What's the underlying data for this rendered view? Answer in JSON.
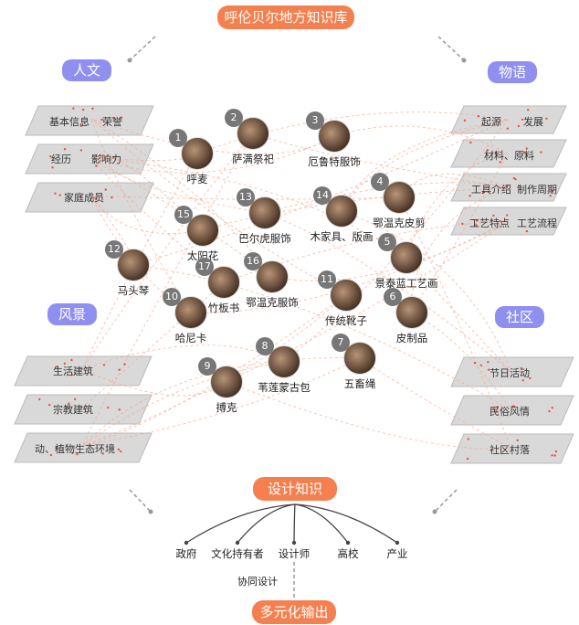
{
  "title": "呼伦贝尔地方知识库",
  "categories": {
    "renwen": "人文",
    "wuyu": "物语",
    "fengjing": "风景",
    "shequ": "社区"
  },
  "left_top_panels": [
    {
      "a": "基本信息",
      "b": "荣誉"
    },
    {
      "a": "经历",
      "b": "影响力"
    },
    {
      "a": "家庭成员",
      "b": ""
    }
  ],
  "left_bottom_panels": [
    {
      "a": "生活建筑"
    },
    {
      "a": "宗教建筑"
    },
    {
      "a": "动、植物生态环境"
    }
  ],
  "right_top_panels": [
    {
      "a": "起源",
      "b": "发展"
    },
    {
      "a": "材料、原料",
      "b": ""
    },
    {
      "a": "工具介绍",
      "b": "制作周期"
    },
    {
      "a": "工艺特点",
      "b": "工艺流程"
    }
  ],
  "right_bottom_panels": [
    {
      "a": "节日活动"
    },
    {
      "a": "民俗风情"
    },
    {
      "a": "社区村落"
    }
  ],
  "items": [
    {
      "num": "1",
      "label": "呼麦"
    },
    {
      "num": "2",
      "label": "萨满祭祀"
    },
    {
      "num": "3",
      "label": "厄鲁特服饰"
    },
    {
      "num": "4",
      "label": "鄂温克皮剪"
    },
    {
      "num": "5",
      "label": "景泰蓝工艺画"
    },
    {
      "num": "6",
      "label": "皮制品"
    },
    {
      "num": "7",
      "label": "五畜绳"
    },
    {
      "num": "8",
      "label": "苇莲蒙古包"
    },
    {
      "num": "9",
      "label": "搏克"
    },
    {
      "num": "10",
      "label": "哈尼卡"
    },
    {
      "num": "11",
      "label": "传统靴子"
    },
    {
      "num": "12",
      "label": "马头琴"
    },
    {
      "num": "13",
      "label": "巴尔虎服饰"
    },
    {
      "num": "14",
      "label": "木家具、版画"
    },
    {
      "num": "15",
      "label": "太阳花"
    },
    {
      "num": "16",
      "label": "鄂温克服饰"
    },
    {
      "num": "17",
      "label": "竹板书"
    }
  ],
  "design_knowledge": "设计知识",
  "stakeholders": [
    "政府",
    "文化持有者",
    "设计师",
    "高校",
    "产业"
  ],
  "collab": "协同设计",
  "output": "多元化输出"
}
